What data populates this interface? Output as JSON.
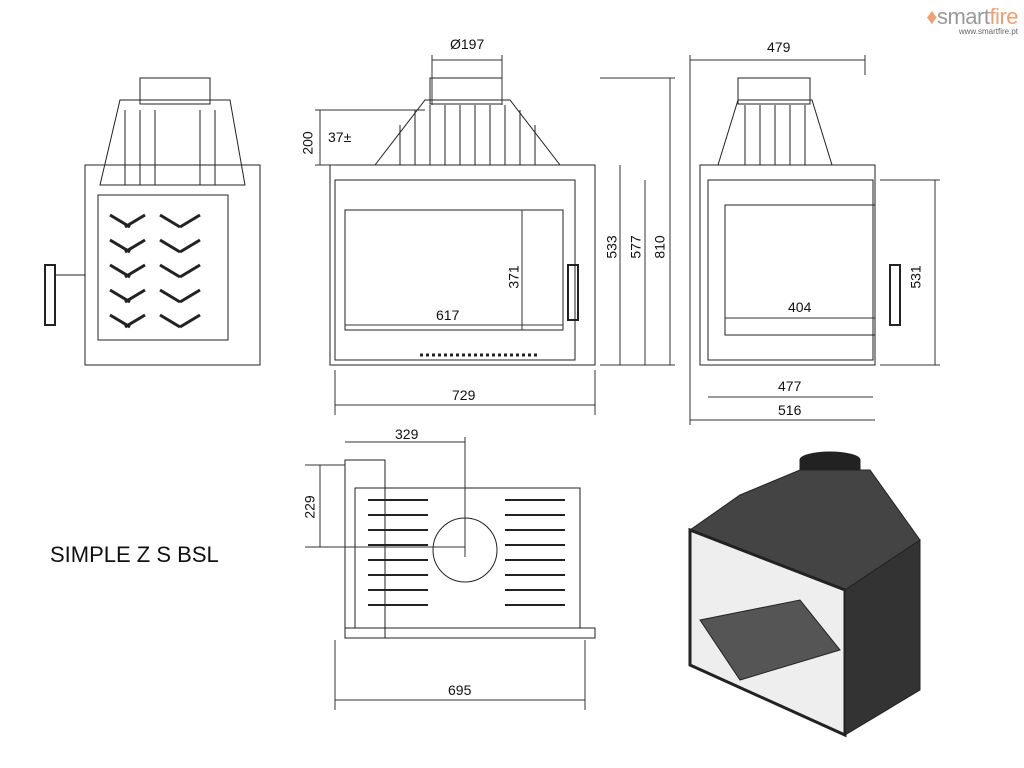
{
  "title": "SIMPLE Z S BSL",
  "logo": {
    "brand_a": "smart",
    "brand_b": "fire",
    "url": "www.smartfire.pt",
    "accent": "#f0a070"
  },
  "dimensions": {
    "flue_diameter": "Ø197",
    "flue_height": "200",
    "offset": "37±",
    "front_h1": "533",
    "front_h2": "577",
    "front_h3": "810",
    "glass_h": "371",
    "glass_w": "617",
    "front_w": "729",
    "side_top_w": "479",
    "side_h": "531",
    "side_glass_w": "404",
    "side_w1": "477",
    "side_w2": "516",
    "plan_flue_x": "329",
    "plan_flue_y": "229",
    "plan_w": "695"
  }
}
